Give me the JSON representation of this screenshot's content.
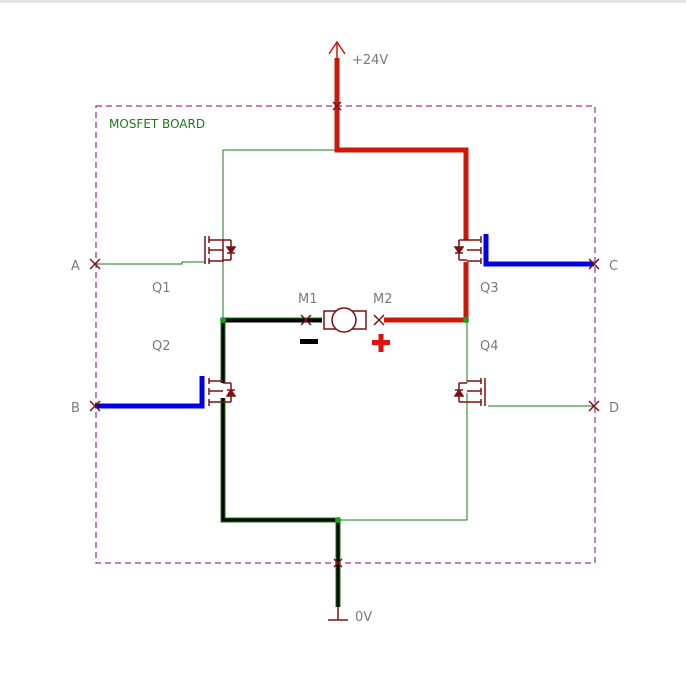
{
  "board": {
    "label": "MOSFET BOARD",
    "border_color": "#800080",
    "label_color": "#1a7a1a"
  },
  "supply": {
    "positive_label": "+24V",
    "ground_label": "0V"
  },
  "terminals": {
    "a": "A",
    "b": "B",
    "c": "C",
    "d": "D"
  },
  "transistors": {
    "q1": "Q1",
    "q2": "Q2",
    "q3": "Q3",
    "q4": "Q4"
  },
  "motor": {
    "m1": "M1",
    "m2": "M2"
  },
  "colors": {
    "positive_path": "#c8190a",
    "negative_path": "#000000",
    "gate_drive": "#0000e0",
    "wire": "#1a7a1a",
    "component": "#7a1010",
    "label": "#7a7a7a"
  },
  "polarity": {
    "minus": "minus-sign",
    "plus": "plus-sign"
  }
}
